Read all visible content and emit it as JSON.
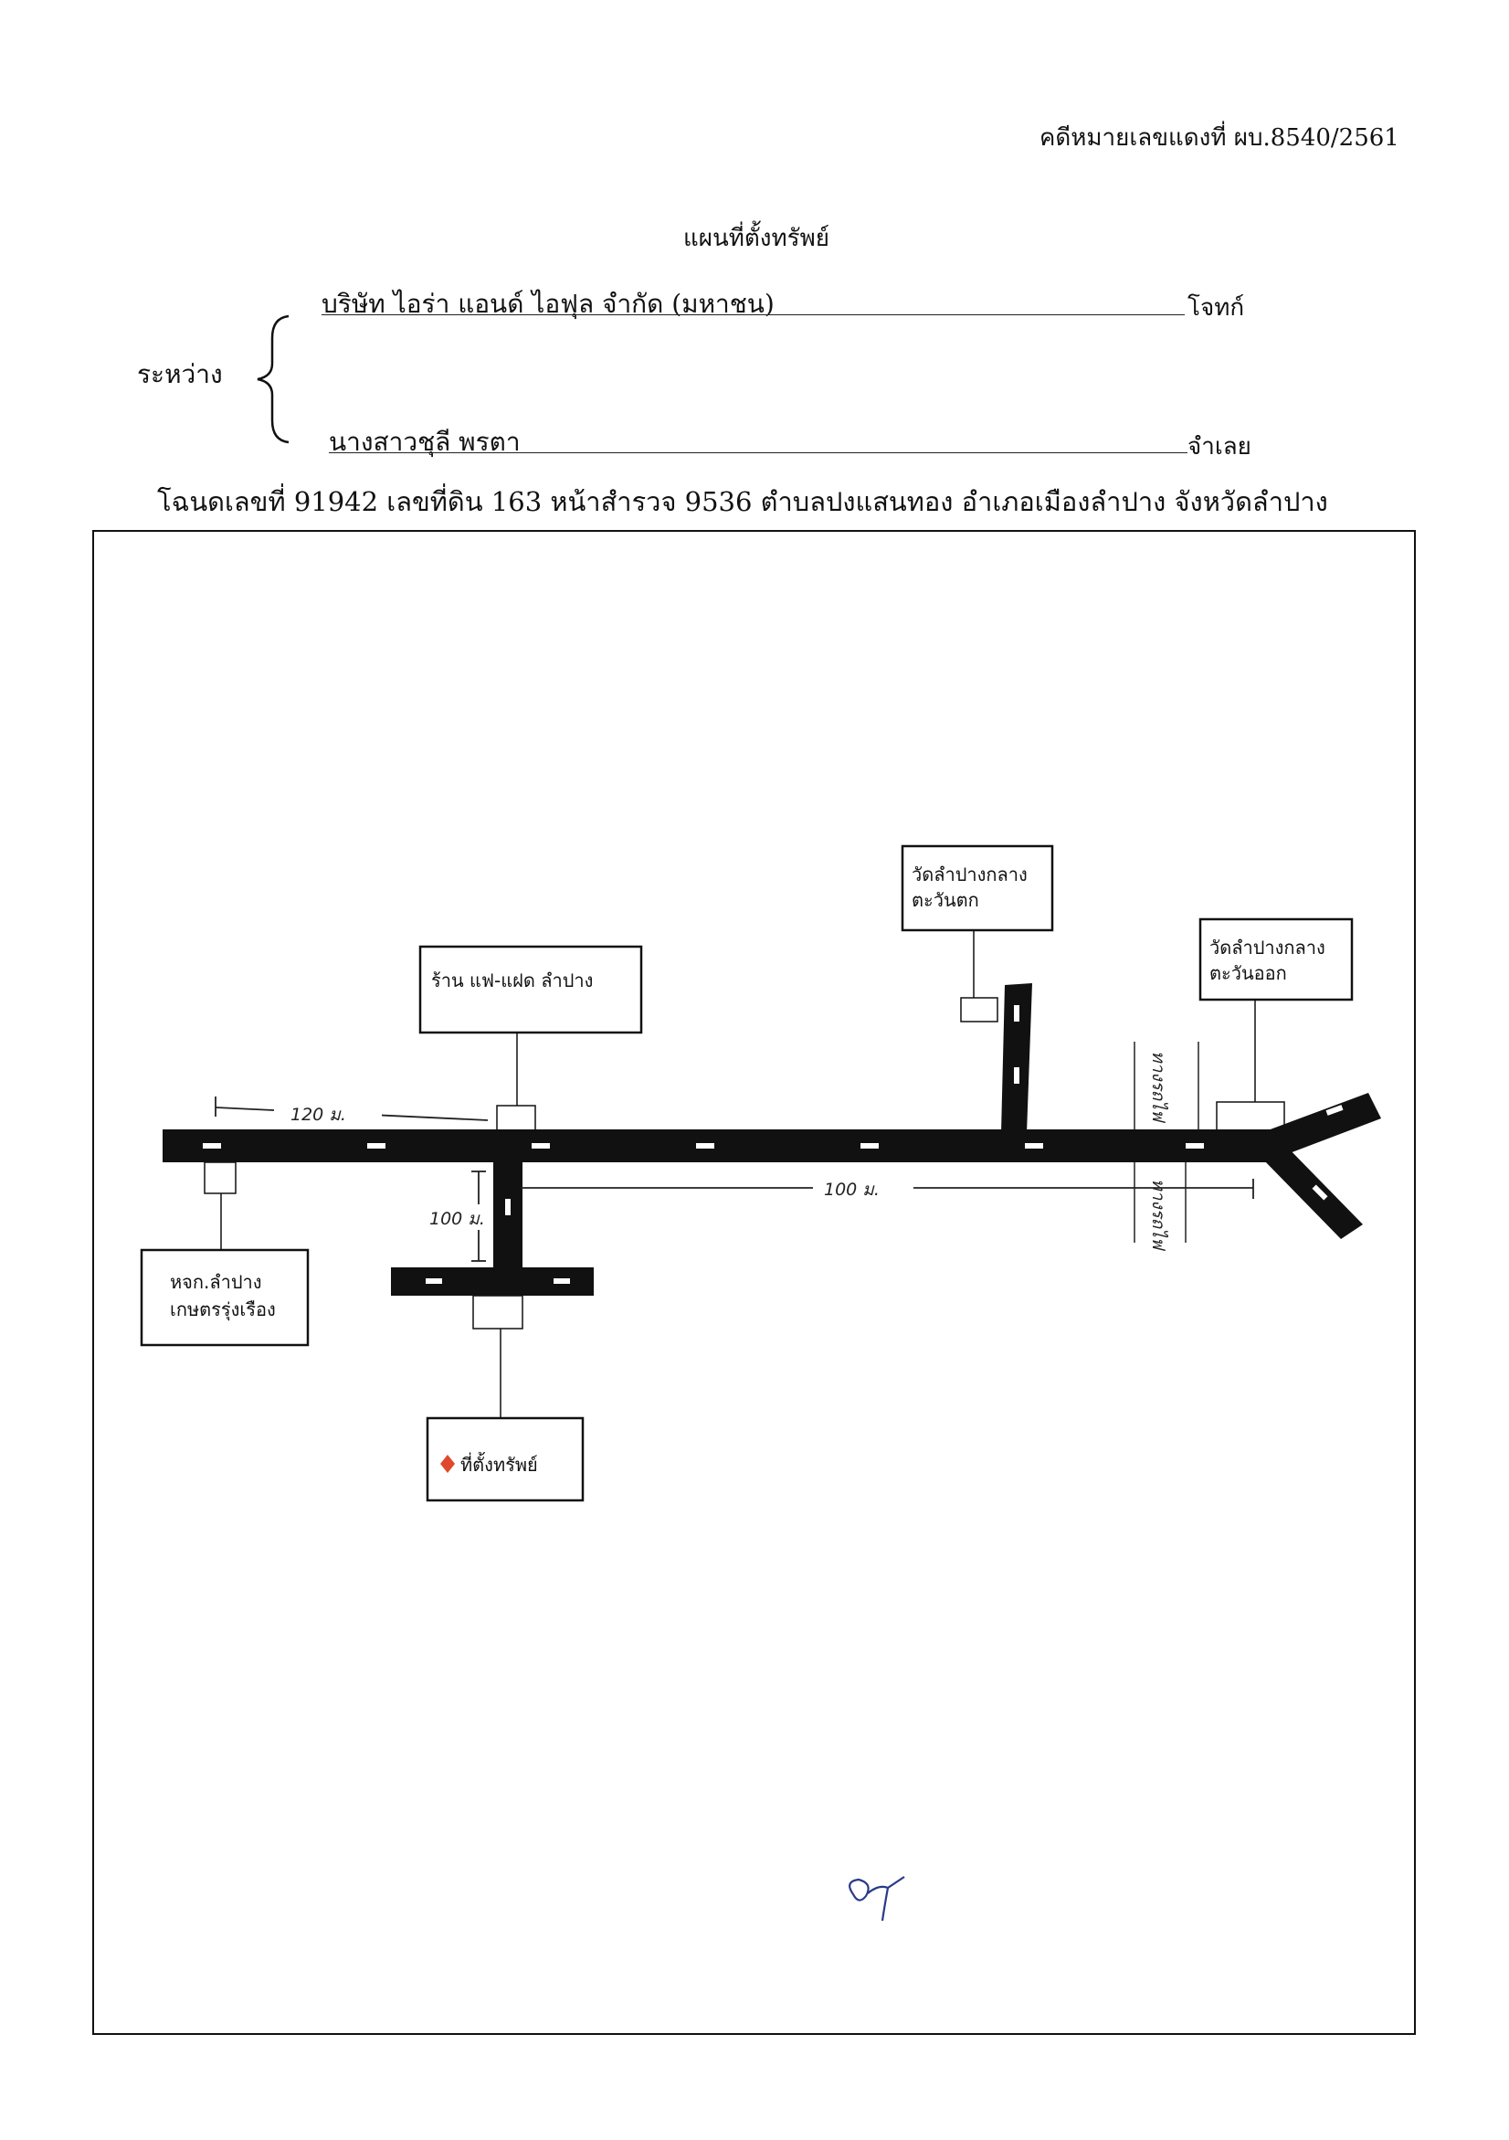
{
  "header": {
    "case_number": "คดีหมายเลขแดงที่ ผบ.8540/2561",
    "title": "แผนที่ตั้งทรัพย์"
  },
  "parties": {
    "between_label": "ระหว่าง",
    "plaintiff_name": "บริษัท ไอร่า แอนด์ ไอฟุล จำกัด (มหาชน)",
    "plaintiff_role": "โจทก์",
    "defendant_name": "นางสาวชุลี พรตา",
    "defendant_role": "จำเลย"
  },
  "deed_line": "โฉนดเลขที่ 91942 เลขที่ดิน 163 หน้าสำรวจ 9536 ตำบลปงแสนทอง อำเภอเมืองลำปาง จังหวัดลำปาง",
  "map": {
    "landmarks": {
      "shop": "ร้าน แฟ-แฝด ลำปาง",
      "temple_west_1": "วัดลำปางกลาง",
      "temple_west_2": "ตะวันตก",
      "temple_east_1": "วัดลำปางกลาง",
      "temple_east_2": "ตะวันออก",
      "coop_1": "หจก.ลำปาง",
      "coop_2": "เกษตรรุ่งเรือง",
      "property": "ที่ตั้งทรัพย์",
      "property_marker_color": "#e0482b"
    },
    "distances": {
      "left_segment": "120 ม.",
      "main_segment": "100 ม.",
      "side_road": "100 ม."
    },
    "road_label": "ทางรถไฟ"
  }
}
